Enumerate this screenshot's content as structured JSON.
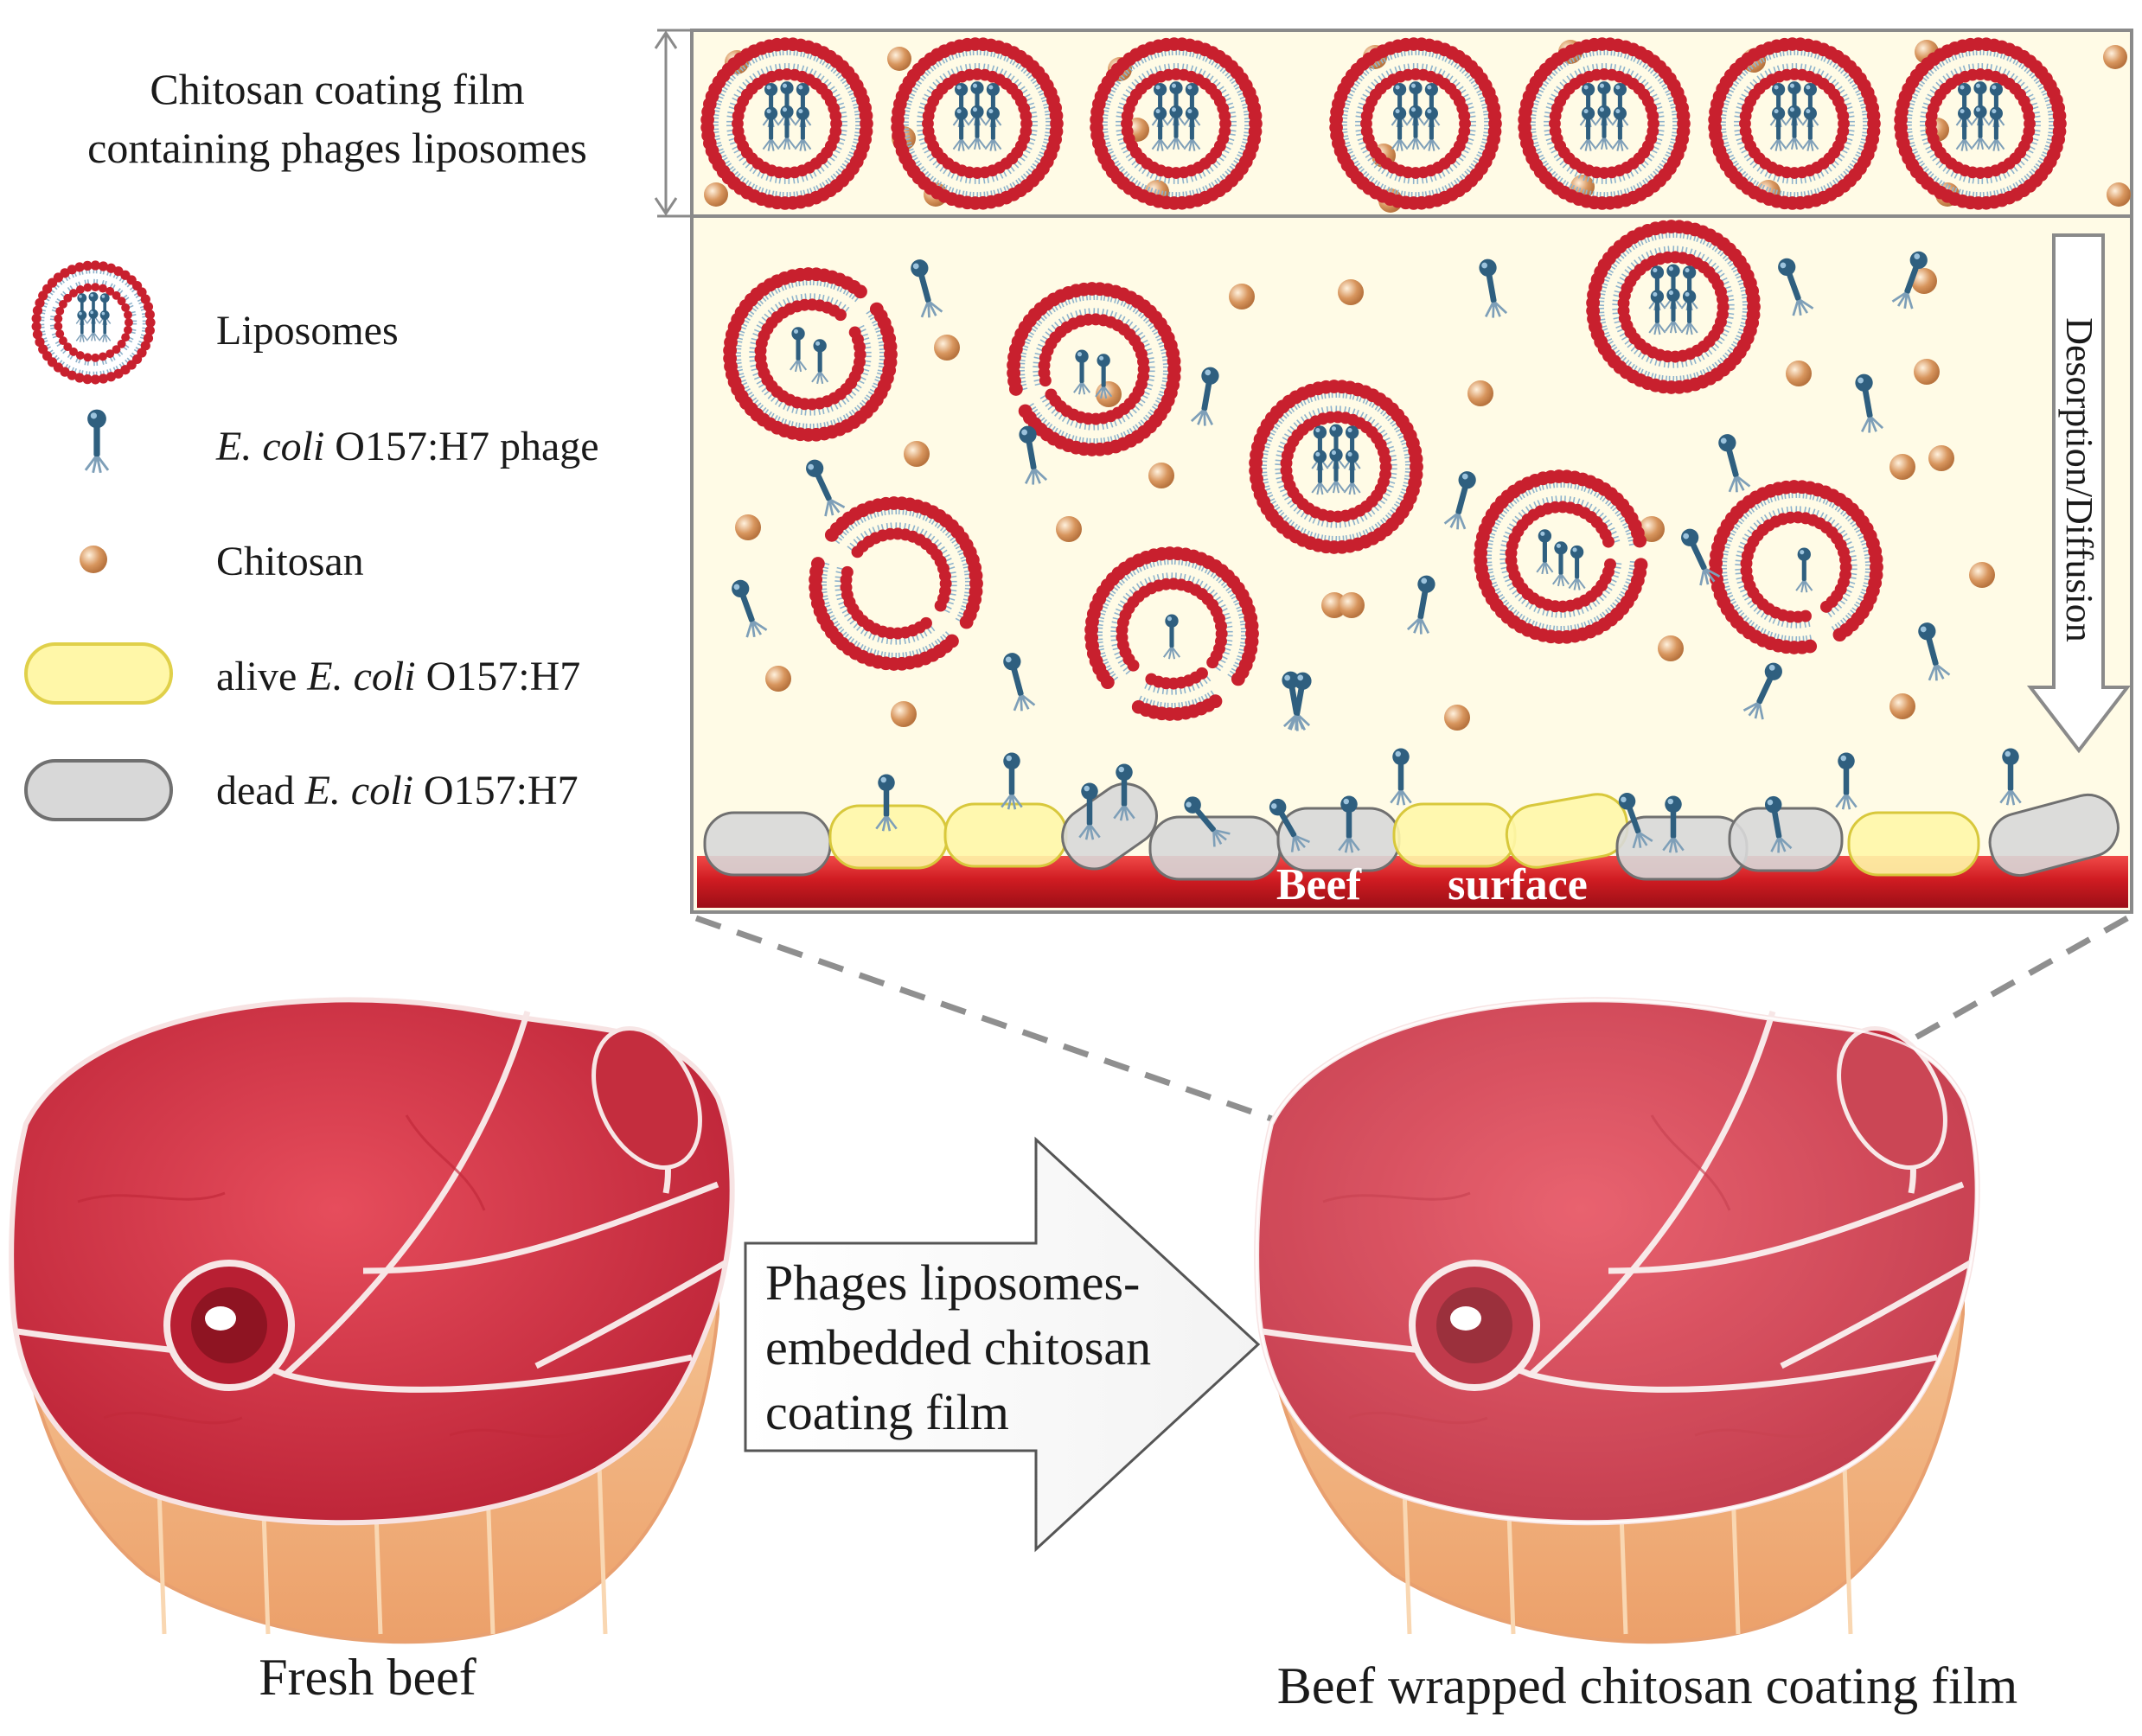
{
  "film_label": {
    "line1": "Chitosan coating film",
    "line2": "containing phages liposomes"
  },
  "legend": [
    {
      "key": "liposome",
      "parts": [
        {
          "text": "Liposomes",
          "italic": false
        }
      ]
    },
    {
      "key": "phage",
      "parts": [
        {
          "text": "E. coli",
          "italic": true
        },
        {
          "text": " O157:H7  phage",
          "italic": false
        }
      ]
    },
    {
      "key": "chitosan",
      "parts": [
        {
          "text": "Chitosan",
          "italic": false
        }
      ]
    },
    {
      "key": "alive",
      "parts": [
        {
          "text": "alive ",
          "italic": false
        },
        {
          "text": "E. coli",
          "italic": true
        },
        {
          "text": " O157:H7",
          "italic": false
        }
      ]
    },
    {
      "key": "dead",
      "parts": [
        {
          "text": "dead ",
          "italic": false
        },
        {
          "text": "E. coli",
          "italic": true
        },
        {
          "text": " O157:H7",
          "italic": false
        }
      ]
    }
  ],
  "diffusion_label": "Desorption/Diffusion",
  "surface_label": {
    "word1": "Beef",
    "word2": "surface"
  },
  "process_arrow": {
    "line1": "Phages liposomes-",
    "line2": "embedded chitosan",
    "line3": "coating film"
  },
  "fresh_beef_label": "Fresh beef",
  "wrapped_beef_label": "Beef wrapped chitosan coating film",
  "colors": {
    "panel_fill": "#fffbe6",
    "liposome_head": "#c8202e",
    "tail": "#8fb3cc",
    "phage": "#2f5f7f",
    "chitosan": "#d4935e",
    "alive_fill": "#fff7a8",
    "dead_fill": "#d8d8d8",
    "beef_surface": "#d01c22",
    "meat": "#d42f40",
    "fat": "#f2b27a"
  }
}
